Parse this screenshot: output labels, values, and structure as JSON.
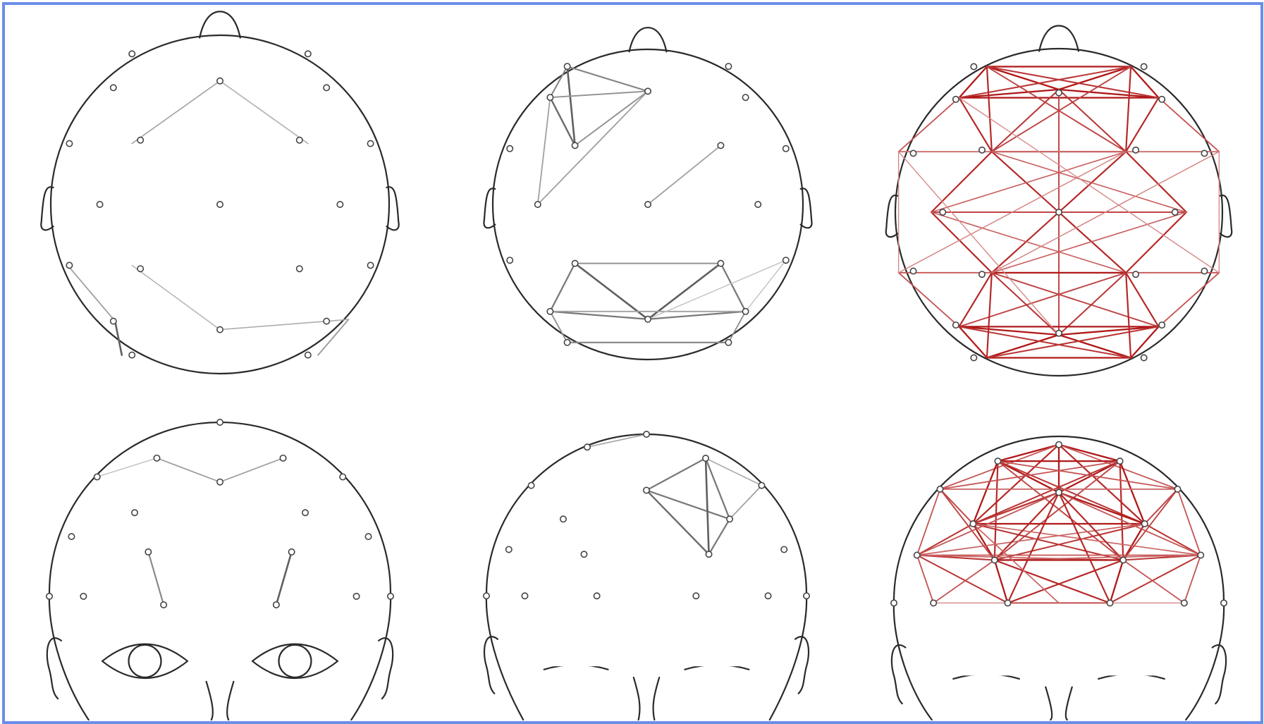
{
  "colors": {
    "frame_border": "#6b8ee8",
    "head_outline": "#2a2a2a",
    "gray_edge": "#8a8a8a",
    "red_edge": "#b01818"
  },
  "panels": [
    {
      "id": "top-left",
      "view": "top",
      "edge_color": "gray",
      "edges": [
        [
          0.0,
          -0.73,
          -0.52,
          -0.36,
          0.45
        ],
        [
          0.0,
          -0.73,
          0.52,
          -0.36,
          0.45
        ],
        [
          -0.52,
          0.36,
          0.0,
          0.74,
          0.35
        ],
        [
          0.0,
          0.74,
          0.76,
          0.68,
          0.4
        ],
        [
          0.76,
          0.68,
          0.58,
          0.89,
          0.55
        ],
        [
          -0.62,
          0.69,
          -0.58,
          0.89,
          1.0
        ],
        [
          -0.62,
          0.69,
          -0.9,
          0.36,
          0.5
        ],
        [
          0.0,
          -0.73,
          0.52,
          -0.36,
          0.3
        ]
      ]
    },
    {
      "id": "top-middle",
      "view": "top",
      "edge_color": "gray",
      "edges": [
        [
          -0.52,
          -0.89,
          -0.63,
          -0.69,
          0.7
        ],
        [
          -0.52,
          -0.89,
          0.0,
          -0.73,
          0.7
        ],
        [
          -0.52,
          -0.89,
          -0.47,
          -0.38,
          1.0
        ],
        [
          -0.63,
          -0.69,
          0.0,
          -0.73,
          0.6
        ],
        [
          -0.63,
          -0.69,
          -0.47,
          -0.38,
          0.9
        ],
        [
          0.0,
          -0.73,
          -0.47,
          -0.38,
          0.6
        ],
        [
          -0.63,
          -0.69,
          -0.71,
          0.0,
          0.5
        ],
        [
          0.0,
          -0.73,
          -0.71,
          0.0,
          0.5
        ],
        [
          0.0,
          0.0,
          0.47,
          -0.38,
          0.5
        ],
        [
          -0.47,
          0.38,
          0.47,
          0.38,
          0.6
        ],
        [
          -0.47,
          0.38,
          0.0,
          0.74,
          1.0
        ],
        [
          0.47,
          0.38,
          0.0,
          0.74,
          1.0
        ],
        [
          -0.63,
          0.69,
          0.0,
          0.74,
          0.8
        ],
        [
          0.63,
          0.69,
          0.0,
          0.74,
          0.8
        ],
        [
          -0.63,
          0.69,
          -0.47,
          0.38,
          0.8
        ],
        [
          0.63,
          0.69,
          0.47,
          0.38,
          0.8
        ],
        [
          -0.63,
          0.69,
          -0.52,
          0.89,
          0.6
        ],
        [
          0.63,
          0.69,
          0.52,
          0.89,
          0.6
        ],
        [
          -0.52,
          0.89,
          0.52,
          0.89,
          0.7
        ],
        [
          -0.63,
          0.69,
          0.63,
          0.69,
          0.5
        ],
        [
          0.63,
          0.69,
          0.89,
          0.36,
          0.25
        ],
        [
          0.0,
          0.74,
          0.89,
          0.36,
          0.25
        ]
      ]
    },
    {
      "id": "top-right",
      "view": "top",
      "edge_color": "red",
      "edges": [
        [
          -0.44,
          -0.89,
          0.44,
          -0.89,
          1
        ],
        [
          -0.44,
          -0.89,
          0.0,
          -0.75,
          1
        ],
        [
          0.44,
          -0.89,
          0.0,
          -0.75,
          1
        ],
        [
          -0.61,
          -0.7,
          0.61,
          -0.7,
          1
        ],
        [
          -0.61,
          -0.7,
          0.0,
          -0.75,
          1
        ],
        [
          0.61,
          -0.7,
          0.0,
          -0.75,
          1
        ],
        [
          -0.44,
          -0.89,
          -0.61,
          -0.7,
          1
        ],
        [
          0.44,
          -0.89,
          0.61,
          -0.7,
          1
        ],
        [
          -0.44,
          -0.89,
          0.61,
          -0.7,
          0.8
        ],
        [
          0.44,
          -0.89,
          -0.61,
          -0.7,
          0.8
        ],
        [
          -0.44,
          -0.89,
          -0.41,
          -0.37,
          0.9
        ],
        [
          0.44,
          -0.89,
          0.41,
          -0.37,
          0.9
        ],
        [
          -0.44,
          -0.89,
          0.41,
          -0.37,
          0.7
        ],
        [
          0.44,
          -0.89,
          -0.41,
          -0.37,
          0.7
        ],
        [
          -0.61,
          -0.7,
          -0.41,
          -0.37,
          0.9
        ],
        [
          0.61,
          -0.7,
          0.41,
          -0.37,
          0.9
        ],
        [
          0.0,
          -0.75,
          -0.41,
          -0.37,
          0.8
        ],
        [
          0.0,
          -0.75,
          0.41,
          -0.37,
          0.8
        ],
        [
          -0.41,
          -0.37,
          0.41,
          -0.37,
          1
        ],
        [
          0.0,
          -0.75,
          0.0,
          0.75,
          0.7
        ],
        [
          -0.98,
          -0.37,
          -0.41,
          -0.37,
          0.6
        ],
        [
          0.98,
          -0.37,
          0.41,
          -0.37,
          0.6
        ],
        [
          -0.98,
          -0.37,
          -0.61,
          -0.7,
          0.6
        ],
        [
          0.98,
          -0.37,
          0.61,
          -0.7,
          0.6
        ],
        [
          -0.98,
          -0.37,
          0.41,
          -0.37,
          0.35
        ],
        [
          0.98,
          -0.37,
          -0.41,
          -0.37,
          0.35
        ],
        [
          -0.41,
          -0.37,
          -0.78,
          0.0,
          0.9
        ],
        [
          0.41,
          -0.37,
          0.78,
          0.0,
          0.9
        ],
        [
          -0.41,
          -0.37,
          0.0,
          0.0,
          0.9
        ],
        [
          0.41,
          -0.37,
          0.0,
          0.0,
          0.9
        ],
        [
          -0.41,
          -0.37,
          0.78,
          0.0,
          0.5
        ],
        [
          0.41,
          -0.37,
          -0.78,
          0.0,
          0.5
        ],
        [
          -0.78,
          0.0,
          0.78,
          0.0,
          0.7
        ],
        [
          -0.78,
          0.0,
          -0.41,
          0.37,
          0.9
        ],
        [
          0.78,
          0.0,
          0.41,
          0.37,
          0.9
        ],
        [
          0.0,
          0.0,
          -0.41,
          0.37,
          0.9
        ],
        [
          0.0,
          0.0,
          0.41,
          0.37,
          0.9
        ],
        [
          -0.78,
          0.0,
          0.41,
          0.37,
          0.5
        ],
        [
          0.78,
          0.0,
          -0.41,
          0.37,
          0.5
        ],
        [
          -0.98,
          0.37,
          -0.41,
          0.37,
          0.6
        ],
        [
          0.98,
          0.37,
          0.41,
          0.37,
          0.6
        ],
        [
          -0.41,
          0.37,
          0.41,
          0.37,
          1
        ],
        [
          -0.98,
          -0.37,
          -0.98,
          0.37,
          0.25
        ],
        [
          0.98,
          -0.37,
          0.98,
          0.37,
          0.25
        ],
        [
          -0.98,
          0.37,
          -0.61,
          0.7,
          0.6
        ],
        [
          0.98,
          0.37,
          0.61,
          0.7,
          0.6
        ],
        [
          -0.41,
          0.37,
          -0.61,
          0.7,
          0.9
        ],
        [
          0.41,
          0.37,
          0.61,
          0.7,
          0.9
        ],
        [
          -0.41,
          0.37,
          0.61,
          0.7,
          0.7
        ],
        [
          0.41,
          0.37,
          -0.61,
          0.7,
          0.7
        ],
        [
          -0.41,
          0.37,
          0.0,
          0.75,
          0.8
        ],
        [
          0.41,
          0.37,
          0.0,
          0.75,
          0.8
        ],
        [
          -0.61,
          0.7,
          0.61,
          0.7,
          1
        ],
        [
          -0.61,
          0.7,
          0.0,
          0.75,
          1
        ],
        [
          0.61,
          0.7,
          0.0,
          0.75,
          1
        ],
        [
          -0.44,
          0.89,
          0.44,
          0.89,
          1
        ],
        [
          -0.44,
          0.89,
          -0.61,
          0.7,
          1
        ],
        [
          0.44,
          0.89,
          0.61,
          0.7,
          1
        ],
        [
          -0.44,
          0.89,
          0.0,
          0.75,
          1
        ],
        [
          0.44,
          0.89,
          0.0,
          0.75,
          1
        ],
        [
          -0.44,
          0.89,
          0.61,
          0.7,
          0.8
        ],
        [
          0.44,
          0.89,
          -0.61,
          0.7,
          0.8
        ],
        [
          -0.44,
          0.89,
          -0.41,
          0.37,
          0.9
        ],
        [
          0.44,
          0.89,
          0.41,
          0.37,
          0.9
        ],
        [
          -0.98,
          -0.37,
          0.0,
          0.75,
          0.25
        ],
        [
          0.98,
          -0.37,
          -0.41,
          0.37,
          0.3
        ],
        [
          -0.98,
          0.37,
          0.41,
          -0.37,
          0.3
        ],
        [
          0.98,
          0.37,
          -0.61,
          -0.7,
          0.25
        ]
      ]
    },
    {
      "id": "bottom-left",
      "view": "front",
      "edge_color": "gray",
      "edges": [
        [
          -0.37,
          -0.79,
          0.0,
          -0.65,
          0.5
        ],
        [
          0.37,
          -0.79,
          0.0,
          -0.65,
          0.5
        ],
        [
          -0.42,
          -0.24,
          -0.33,
          0.07,
          0.7
        ],
        [
          0.42,
          -0.24,
          0.33,
          0.07,
          1.0
        ],
        [
          -0.37,
          -0.79,
          -0.72,
          -0.68,
          0.25
        ]
      ]
    },
    {
      "id": "bottom-middle",
      "view": "back",
      "edge_color": "gray",
      "edges": [
        [
          0.0,
          -1.0,
          -0.37,
          -0.92,
          0.45
        ],
        [
          0.0,
          -0.65,
          0.37,
          -0.85,
          0.8
        ],
        [
          0.0,
          -0.65,
          0.52,
          -0.47,
          0.8
        ],
        [
          0.0,
          -0.65,
          0.39,
          -0.25,
          0.9
        ],
        [
          0.37,
          -0.85,
          0.52,
          -0.47,
          0.8
        ],
        [
          0.37,
          -0.85,
          0.39,
          -0.25,
          1.0
        ],
        [
          0.52,
          -0.47,
          0.39,
          -0.25,
          0.8
        ],
        [
          0.52,
          -0.47,
          0.72,
          -0.68,
          0.5
        ],
        [
          0.37,
          -0.85,
          0.72,
          -0.68,
          0.4
        ]
      ]
    },
    {
      "id": "bottom-right",
      "view": "back",
      "edge_color": "red",
      "edges": [
        [
          0.0,
          -0.95,
          -0.37,
          -0.85,
          1
        ],
        [
          0.0,
          -0.95,
          0.37,
          -0.85,
          1
        ],
        [
          0.0,
          -0.95,
          0.0,
          -0.66,
          1
        ],
        [
          0.0,
          -0.95,
          -0.52,
          -0.47,
          0.9
        ],
        [
          0.0,
          -0.95,
          0.52,
          -0.47,
          0.9
        ],
        [
          0.0,
          -0.95,
          -0.72,
          -0.68,
          0.6
        ],
        [
          0.0,
          -0.95,
          0.72,
          -0.68,
          0.6
        ],
        [
          -0.37,
          -0.85,
          0.37,
          -0.85,
          1
        ],
        [
          -0.37,
          -0.85,
          0.0,
          -0.66,
          1
        ],
        [
          0.37,
          -0.85,
          0.0,
          -0.66,
          1
        ],
        [
          -0.37,
          -0.85,
          -0.52,
          -0.47,
          1
        ],
        [
          0.37,
          -0.85,
          0.52,
          -0.47,
          1
        ],
        [
          -0.37,
          -0.85,
          0.52,
          -0.47,
          0.8
        ],
        [
          0.37,
          -0.85,
          -0.52,
          -0.47,
          0.8
        ],
        [
          -0.37,
          -0.85,
          -0.39,
          -0.25,
          0.9
        ],
        [
          0.37,
          -0.85,
          0.39,
          -0.25,
          0.9
        ],
        [
          -0.37,
          -0.85,
          0.39,
          -0.25,
          0.7
        ],
        [
          0.37,
          -0.85,
          -0.39,
          -0.25,
          0.7
        ],
        [
          -0.72,
          -0.68,
          0.72,
          -0.68,
          0.5
        ],
        [
          -0.72,
          -0.68,
          -0.52,
          -0.47,
          0.7
        ],
        [
          0.72,
          -0.68,
          0.52,
          -0.47,
          0.7
        ],
        [
          -0.72,
          -0.68,
          0.37,
          -0.85,
          0.6
        ],
        [
          0.72,
          -0.68,
          -0.37,
          -0.85,
          0.6
        ],
        [
          -0.52,
          -0.47,
          0.52,
          -0.47,
          1
        ],
        [
          -0.52,
          -0.47,
          0.0,
          -0.66,
          1
        ],
        [
          0.52,
          -0.47,
          0.0,
          -0.66,
          1
        ],
        [
          -0.52,
          -0.47,
          -0.39,
          -0.25,
          1
        ],
        [
          0.52,
          -0.47,
          0.39,
          -0.25,
          1
        ],
        [
          -0.52,
          -0.47,
          0.39,
          -0.25,
          0.8
        ],
        [
          0.52,
          -0.47,
          -0.39,
          -0.25,
          0.8
        ],
        [
          -0.52,
          -0.47,
          -0.86,
          -0.28,
          0.8
        ],
        [
          0.52,
          -0.47,
          0.86,
          -0.28,
          0.8
        ],
        [
          -0.52,
          -0.47,
          0.86,
          -0.28,
          0.5
        ],
        [
          0.52,
          -0.47,
          -0.86,
          -0.28,
          0.5
        ],
        [
          0.0,
          -0.66,
          -0.39,
          -0.25,
          0.9
        ],
        [
          0.0,
          -0.66,
          0.39,
          -0.25,
          0.9
        ],
        [
          0.0,
          -0.66,
          -0.31,
          0.01,
          0.9
        ],
        [
          0.0,
          -0.66,
          0.31,
          0.01,
          0.9
        ],
        [
          0.0,
          -0.66,
          -0.52,
          -0.47,
          0.8
        ],
        [
          -0.86,
          -0.28,
          0.86,
          -0.28,
          0.6
        ],
        [
          -0.86,
          -0.28,
          -0.39,
          -0.25,
          0.8
        ],
        [
          0.86,
          -0.28,
          0.39,
          -0.25,
          0.8
        ],
        [
          -0.86,
          -0.28,
          0.39,
          -0.25,
          0.5
        ],
        [
          0.86,
          -0.28,
          -0.39,
          -0.25,
          0.5
        ],
        [
          -0.86,
          -0.28,
          -0.31,
          0.01,
          0.8
        ],
        [
          0.86,
          -0.28,
          0.31,
          0.01,
          0.8
        ],
        [
          -0.86,
          -0.28,
          -0.72,
          -0.68,
          0.6
        ],
        [
          0.86,
          -0.28,
          0.72,
          -0.68,
          0.6
        ],
        [
          -0.86,
          -0.28,
          -0.76,
          0.01,
          0.6
        ],
        [
          0.86,
          -0.28,
          0.76,
          0.01,
          0.6
        ],
        [
          -0.39,
          -0.25,
          0.39,
          -0.25,
          1
        ],
        [
          -0.39,
          -0.25,
          -0.31,
          0.01,
          1
        ],
        [
          0.39,
          -0.25,
          0.31,
          0.01,
          1
        ],
        [
          -0.39,
          -0.25,
          0.31,
          0.01,
          0.9
        ],
        [
          0.39,
          -0.25,
          -0.31,
          0.01,
          0.9
        ],
        [
          -0.39,
          -0.25,
          -0.76,
          0.01,
          0.6
        ],
        [
          0.39,
          -0.25,
          0.76,
          0.01,
          0.6
        ],
        [
          -0.76,
          0.01,
          0.76,
          0.01,
          0.25
        ],
        [
          -0.31,
          0.01,
          0.31,
          0.01,
          0.7
        ],
        [
          -0.72,
          -0.68,
          -0.39,
          -0.25,
          0.7
        ],
        [
          0.72,
          -0.68,
          0.39,
          -0.25,
          0.7
        ],
        [
          -0.52,
          -0.47,
          0.0,
          0.01,
          0.5
        ],
        [
          -0.86,
          -0.28,
          0.0,
          -0.66,
          0.6
        ],
        [
          0.86,
          -0.28,
          0.0,
          -0.66,
          0.6
        ]
      ]
    }
  ]
}
